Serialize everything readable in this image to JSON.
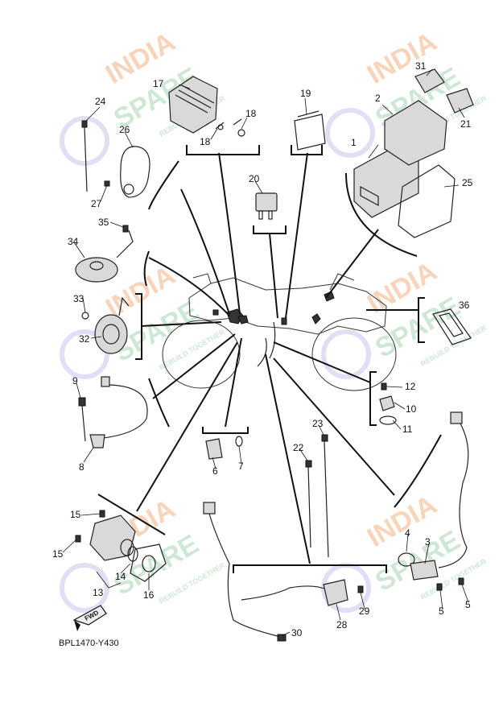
{
  "diagram": {
    "reference_code": "BPL1470-Y430",
    "direction_label": "FWD",
    "watermark": {
      "line1": "INDIA",
      "line2": "SPARE",
      "tagline": "REBUILD TOGETHER",
      "color_orange": "#f4b183",
      "color_green": "#a9d5b4",
      "color_purple": "#c9c6ea"
    },
    "callouts": [
      "1",
      "2",
      "3",
      "4",
      "5",
      "5",
      "6",
      "7",
      "8",
      "9",
      "10",
      "11",
      "12",
      "13",
      "14",
      "15",
      "15",
      "16",
      "17",
      "18",
      "18",
      "19",
      "20",
      "21",
      "22",
      "23",
      "24",
      "25",
      "26",
      "27",
      "28",
      "29",
      "30",
      "31",
      "32",
      "33",
      "34",
      "35",
      "36"
    ]
  }
}
